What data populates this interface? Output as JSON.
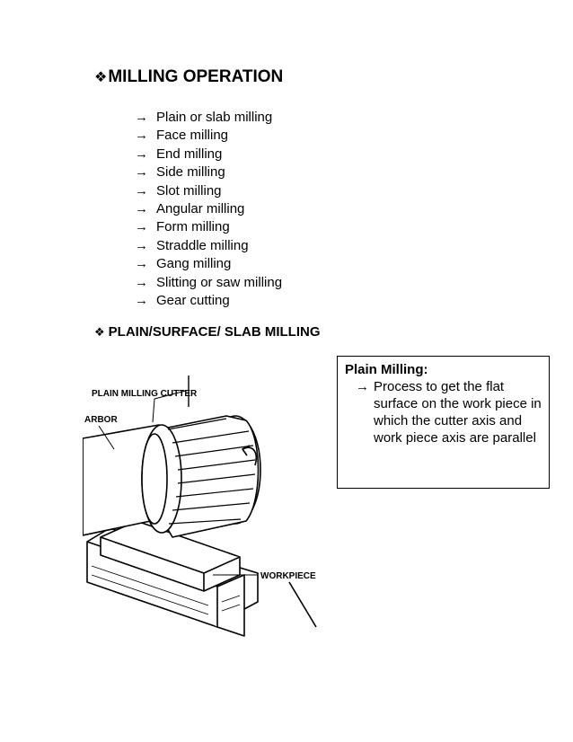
{
  "heading": {
    "bullet": "❖",
    "text": "MILLING OPERATION"
  },
  "operations": {
    "arrow": "→",
    "items": [
      "Plain or slab milling",
      "Face milling",
      "End milling",
      "Side milling",
      "Slot milling",
      "Angular milling",
      "Form milling",
      "Straddle milling",
      "Gang milling",
      "Slitting or saw milling",
      "Gear cutting"
    ]
  },
  "subheading": {
    "bullet": "❖",
    "text": "PLAIN/SURFACE/ SLAB MILLING"
  },
  "definition": {
    "title": "Plain Milling:",
    "arrow": "→",
    "text": "Process to get the flat surface on the work piece in which the cutter axis and work piece axis are parallel"
  },
  "figure": {
    "labels": {
      "cutter": "PLAIN MILLING CUTTER",
      "arbor": "ARBOR",
      "workpiece": "WORKPIECE"
    }
  }
}
